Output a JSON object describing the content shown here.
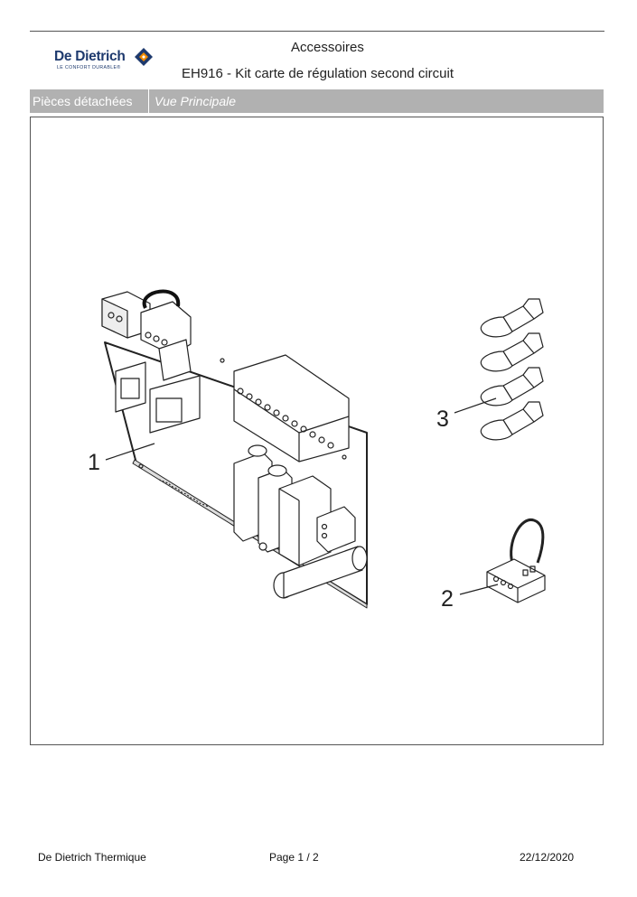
{
  "header": {
    "brand": "De Dietrich",
    "brand_tagline": "LE CONFORT DURABLE®",
    "title": "Accessoires",
    "subtitle": "EH916 - Kit carte de régulation second circuit"
  },
  "tabs": {
    "tab1": "Pièces détachées",
    "tab2": "Vue Principale"
  },
  "callouts": {
    "c1": "1",
    "c2": "2",
    "c3": "3"
  },
  "footer": {
    "company": "De Dietrich Thermique",
    "page": "Page   1  /  2",
    "date": "22/12/2020"
  },
  "colors": {
    "brand_blue": "#1e3a6e",
    "brand_orange": "#f28c00",
    "tab_bar": "#b1b1b1"
  }
}
